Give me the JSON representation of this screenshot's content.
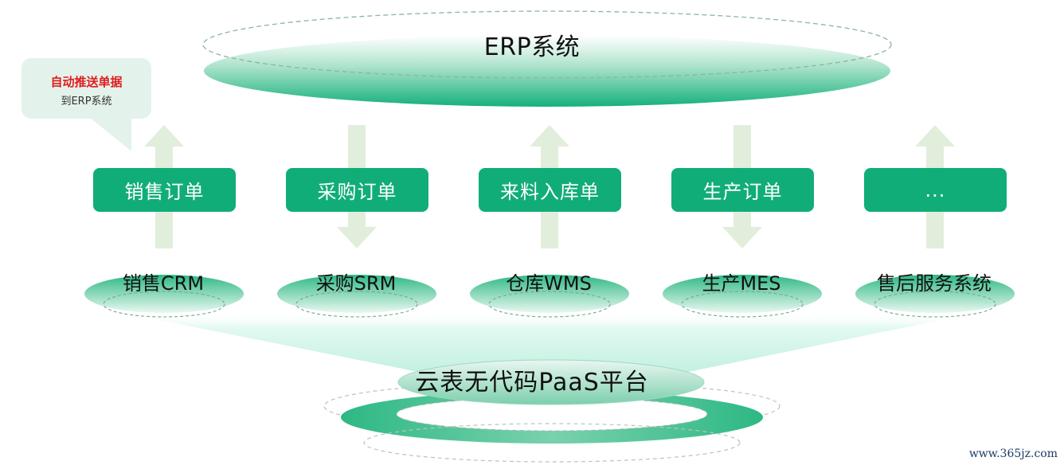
{
  "top_system": {
    "label": "ERP系统"
  },
  "callout": {
    "highlight": "自动推送单据",
    "text": "到ERP系统"
  },
  "colors": {
    "primary_green": "#11ad78",
    "arrow_green": "#e1eedb",
    "callout_bg": "#e3f3ec",
    "highlight_red": "#e01d1d"
  },
  "documents": [
    {
      "label": "销售订单",
      "direction": "up"
    },
    {
      "label": "采购订单",
      "direction": "down"
    },
    {
      "label": "来料入库单",
      "direction": "up"
    },
    {
      "label": "生产订单",
      "direction": "down"
    },
    {
      "label": "...",
      "direction": "up"
    }
  ],
  "systems": [
    {
      "label": "销售CRM"
    },
    {
      "label": "采购SRM"
    },
    {
      "label": "仓库WMS"
    },
    {
      "label": "生产MES"
    },
    {
      "label": "售后服务系统"
    }
  ],
  "platform": {
    "label": "云表无代码PaaS平台"
  },
  "watermark": "www.365jz.com"
}
